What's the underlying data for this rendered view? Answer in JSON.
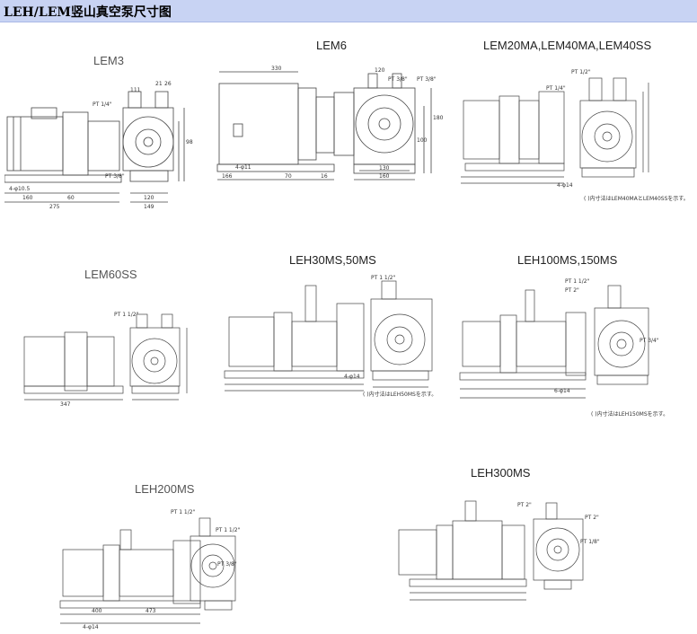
{
  "header": {
    "title": "LEH/LEM竖山真空泵尺寸图"
  },
  "models": [
    {
      "label": "LEM3",
      "dims": [
        "275",
        "160",
        "60",
        "149",
        "120",
        "111",
        "21",
        "26",
        "98",
        "4-φ10.5",
        "PT 1/4\"",
        "PT 3/8\""
      ]
    },
    {
      "label": "LEM6",
      "dims": [
        "330",
        "166",
        "70",
        "16",
        "160",
        "130",
        "120",
        "180",
        "100",
        "4-φ11",
        "PT 3/8\"",
        "PT 3/8\""
      ]
    },
    {
      "label": "LEM20MA,LEM40MA,LEM40SS",
      "dims": [
        "PT 1/2\"",
        "PT 1/4\"",
        "4-φ14"
      ]
    },
    {
      "label": "LEM60SS",
      "dims": [
        "347",
        "PT 1 1/2\""
      ]
    },
    {
      "label": "LEH30MS,50MS",
      "dims": [
        "PT 1 1/2\"",
        "4-φ14"
      ]
    },
    {
      "label": "LEH100MS,150MS",
      "dims": [
        "PT 1 1/2\"",
        "PT 2\"",
        "PT 3/4\"",
        "6-φ14"
      ]
    },
    {
      "label": "LEH200MS",
      "dims": [
        "PT 1 1/2\"",
        "PT 1 1/2\"",
        "PT 3/8\"",
        "400",
        "473",
        "4-φ14"
      ]
    },
    {
      "label": "LEH300MS",
      "dims": [
        "PT 2\"",
        "PT 2\"",
        "PT 1/8\""
      ]
    }
  ],
  "notes": {
    "lem20": "( )内寸法はLEM40MAとLEM40SSを示す。",
    "leh30": "( )内寸法はLEH50MSを示す。",
    "leh100": "( )内寸法はLEH150MSを示す。"
  }
}
